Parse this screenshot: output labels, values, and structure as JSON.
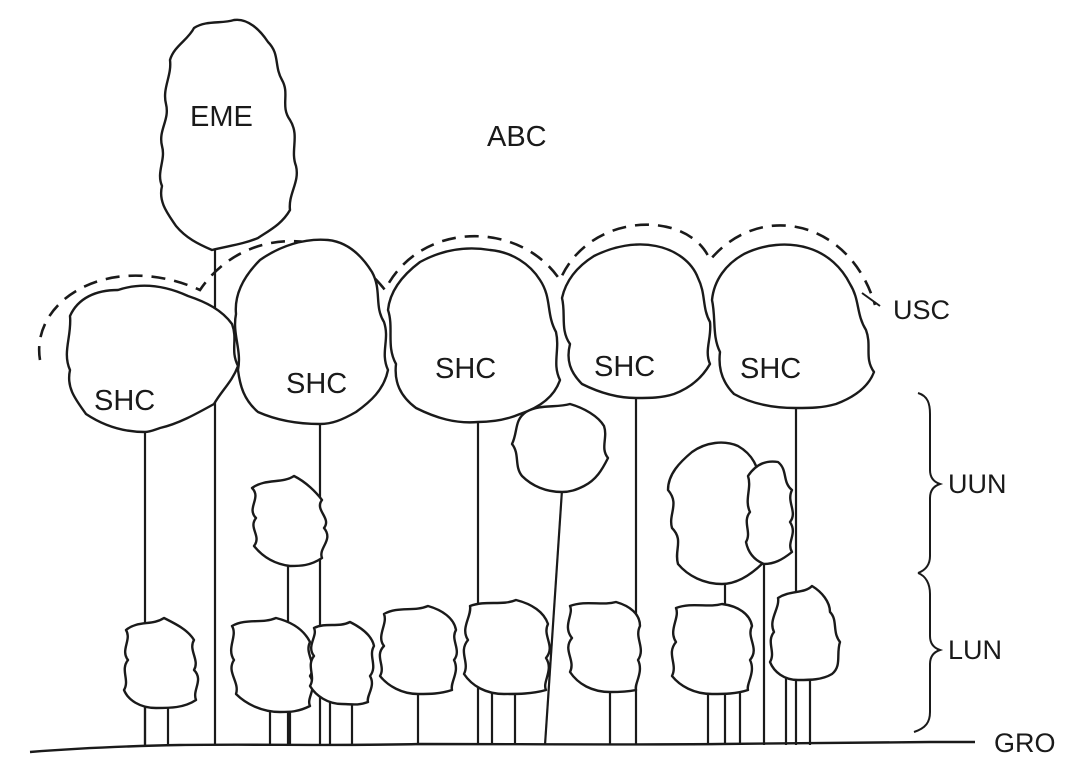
{
  "labels": {
    "emergent": "EME",
    "above_canopy": "ABC",
    "shade_crown": "SHC",
    "upper_canopy": "USC",
    "upper_understory": "UUN",
    "lower_understory": "LUN",
    "ground": "GRO"
  }
}
